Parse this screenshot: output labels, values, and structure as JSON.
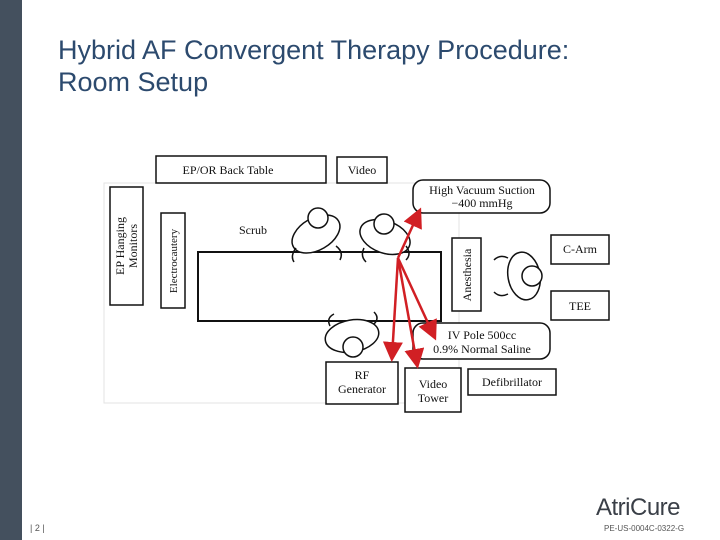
{
  "slide": {
    "title_line1": "Hybrid AF Convergent Therapy Procedure:",
    "title_line2": "Room Setup",
    "page_number": "| 2 |",
    "doc_code": "PE-US-0004C-0322-G",
    "logo_text": "AtriCure"
  },
  "diagram": {
    "ep_back_table": "EP/OR Back Table",
    "video": "Video",
    "high_vacuum_line1": "High Vacuum Suction",
    "high_vacuum_line2": "−400 mmHg",
    "scrub": "Scrub",
    "ep_monitors_line1": "EP Hanging",
    "ep_monitors_line2": "Monitors",
    "electrocautery": "Electrocautery",
    "anesthesia": "Anesthesia",
    "c_arm": "C-Arm",
    "tee": "TEE",
    "iv_pole_line1": "IV Pole 500cc",
    "iv_pole_line2": "0.9% Normal Saline",
    "rf_line1": "RF",
    "rf_line2": "Generator",
    "video_tower_line1": "Video",
    "video_tower_line2": "Tower",
    "defibrillator": "Defibrillator"
  },
  "colors": {
    "sidebar": "#44505e",
    "title": "#2c4a6e",
    "arrow": "#d11f24"
  }
}
